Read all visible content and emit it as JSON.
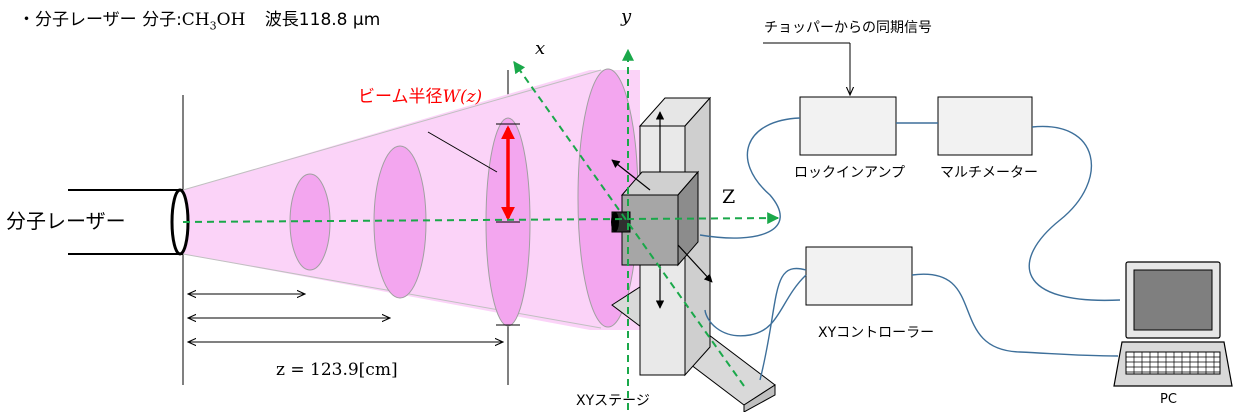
{
  "header": {
    "prefix": "・分子レーザー 分子:",
    "molecule": "CH",
    "sub": "3",
    "molecule_tail": "OH",
    "wavelength": "波長118.8 μm"
  },
  "labels": {
    "laser": "分子レーザー",
    "beam_radius": "ビーム半径",
    "beam_symbol": "W(z)",
    "axis_x": "x",
    "axis_y": "y",
    "axis_z": "Z",
    "distance": "z = 123.9[cm]",
    "chopper": "チョッパーからの同期信号",
    "lockin": "ロックインアンプ",
    "multimeter": "マルチメーター",
    "xy_controller": "XYコントローラー",
    "xy_stage": "XYステージ",
    "pc": "PC"
  },
  "colors": {
    "beam_fill": "#fbd3f8",
    "ellipse_fill": "#f3a6ef",
    "axis_green": "#1aa84a",
    "radius_red": "#ff0000",
    "cable_blue": "#3d6f9a",
    "stage_gray": "#d9d9d9",
    "sensor_gray": "#a6a6a6"
  }
}
